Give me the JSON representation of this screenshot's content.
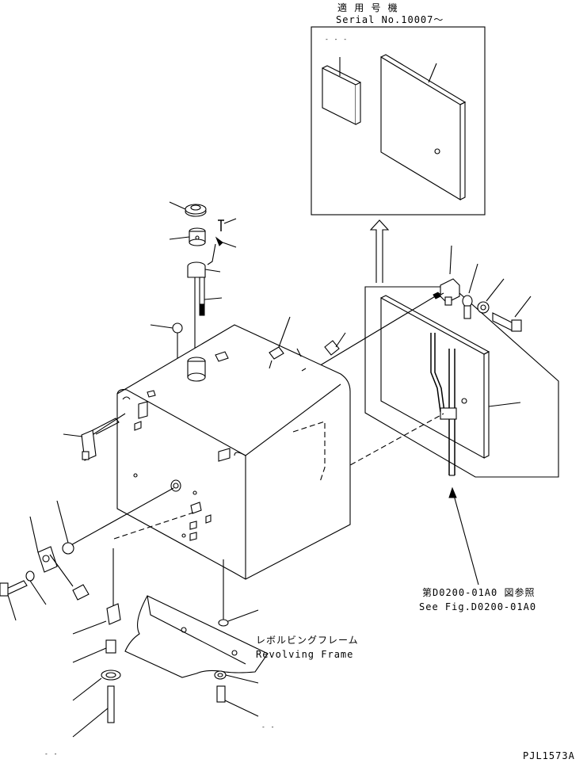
{
  "labels": {
    "applicable_jp": "適 用 号 機",
    "serial": "Serial No.10007〜",
    "see_fig_jp": "第D0200-01A0 図参照",
    "see_fig_en": "See Fig.D0200-01A0",
    "frame_jp": "レボルビングフレーム",
    "frame_en": "Revolving Frame",
    "drawing_code": "PJL1573A"
  }
}
